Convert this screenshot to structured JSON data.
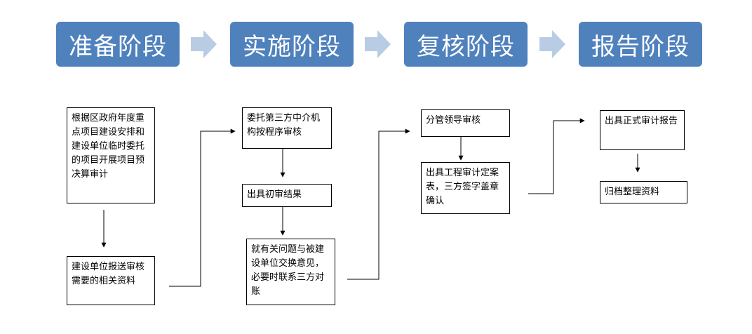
{
  "stages": [
    "准备阶段",
    "实施阶段",
    "复核阶段",
    "报告阶段"
  ],
  "steps": {
    "s1a": "根据区政府年度重点项目建设安排和建设单位临时委托的项目开展项目预决算审计",
    "s1b": "建设单位报送审核需要的相关资料",
    "s2a": "委托第三方中介机构按程序审核",
    "s2b": "出具初审结果",
    "s2c": "就有关问题与被建设单位交换意见，必要时联系三方对账",
    "s3a": "分管领导审核",
    "s3b": "出具工程审计定案表，三方签字盖章确认",
    "s4a": "出具正式审计报告",
    "s4b": "归档整理资料"
  },
  "colors": {
    "stage_fill": "#4f81bd",
    "chevron_fill": "#b8cce4",
    "line": "#000000"
  }
}
